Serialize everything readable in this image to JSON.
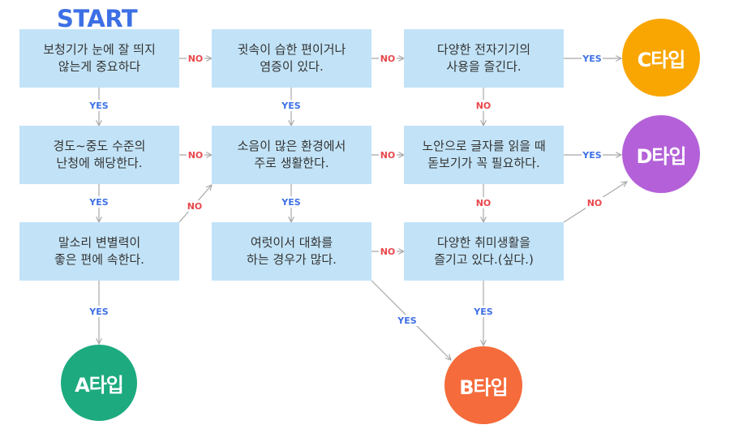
{
  "start_label": "START",
  "colors": {
    "box": "#c2e3f7",
    "arrow": "#a8a8a8",
    "yes": "#3d6fe5",
    "no": "#e8474b",
    "type_a": "#1daa7f",
    "type_b": "#f56b3b",
    "type_c": "#f9a602",
    "type_d": "#b461d9"
  },
  "boxes": [
    {
      "id": "q1",
      "text": "보청기가 눈에 잘 띄지\n않는게 중요하다"
    },
    {
      "id": "q2",
      "text": "귓속이 습한 편이거나\n염증이 있다."
    },
    {
      "id": "q3",
      "text": "다양한 전자기기의\n사용을 즐긴다."
    },
    {
      "id": "q4",
      "text": "경도~중도 수준의\n난청에 해당한다."
    },
    {
      "id": "q5",
      "text": "소음이 많은 환경에서\n주로 생활한다."
    },
    {
      "id": "q6",
      "text": "노안으로 글자를 읽을 때\n돋보기가 꼭 필요하다."
    },
    {
      "id": "q7",
      "text": "말소리 변별력이\n좋은 편에 속한다."
    },
    {
      "id": "q8",
      "text": "여럿이서 대화를\n하는 경우가 많다."
    },
    {
      "id": "q9",
      "text": "다양한 취미생활을\n즐기고 있다.(싶다.)"
    }
  ],
  "results": [
    {
      "id": "a",
      "text": "A타입"
    },
    {
      "id": "b",
      "text": "B타입"
    },
    {
      "id": "c",
      "text": "C타입"
    },
    {
      "id": "d",
      "text": "D타입"
    }
  ],
  "edges": [
    {
      "from": "q1",
      "to": "q2",
      "label": "NO"
    },
    {
      "from": "q2",
      "to": "q3",
      "label": "NO"
    },
    {
      "from": "q3",
      "to": "c",
      "label": "YES"
    },
    {
      "from": "q1",
      "to": "q4",
      "label": "YES"
    },
    {
      "from": "q2",
      "to": "q5",
      "label": "YES"
    },
    {
      "from": "q3",
      "to": "q6",
      "label": "NO"
    },
    {
      "from": "q4",
      "to": "q5",
      "label": "NO"
    },
    {
      "from": "q5",
      "to": "q6",
      "label": "NO"
    },
    {
      "from": "q6",
      "to": "d",
      "label": "YES"
    },
    {
      "from": "q4",
      "to": "q7",
      "label": "YES"
    },
    {
      "from": "q7",
      "to": "q5",
      "label": "NO"
    },
    {
      "from": "q5",
      "to": "q8",
      "label": "YES"
    },
    {
      "from": "q6",
      "to": "q9",
      "label": "NO"
    },
    {
      "from": "q9",
      "to": "d",
      "label": "NO"
    },
    {
      "from": "q8",
      "to": "q9",
      "label": "NO"
    },
    {
      "from": "q7",
      "to": "a",
      "label": "YES"
    },
    {
      "from": "q8",
      "to": "b",
      "label": "YES"
    },
    {
      "from": "q9",
      "to": "b",
      "label": "YES"
    }
  ]
}
